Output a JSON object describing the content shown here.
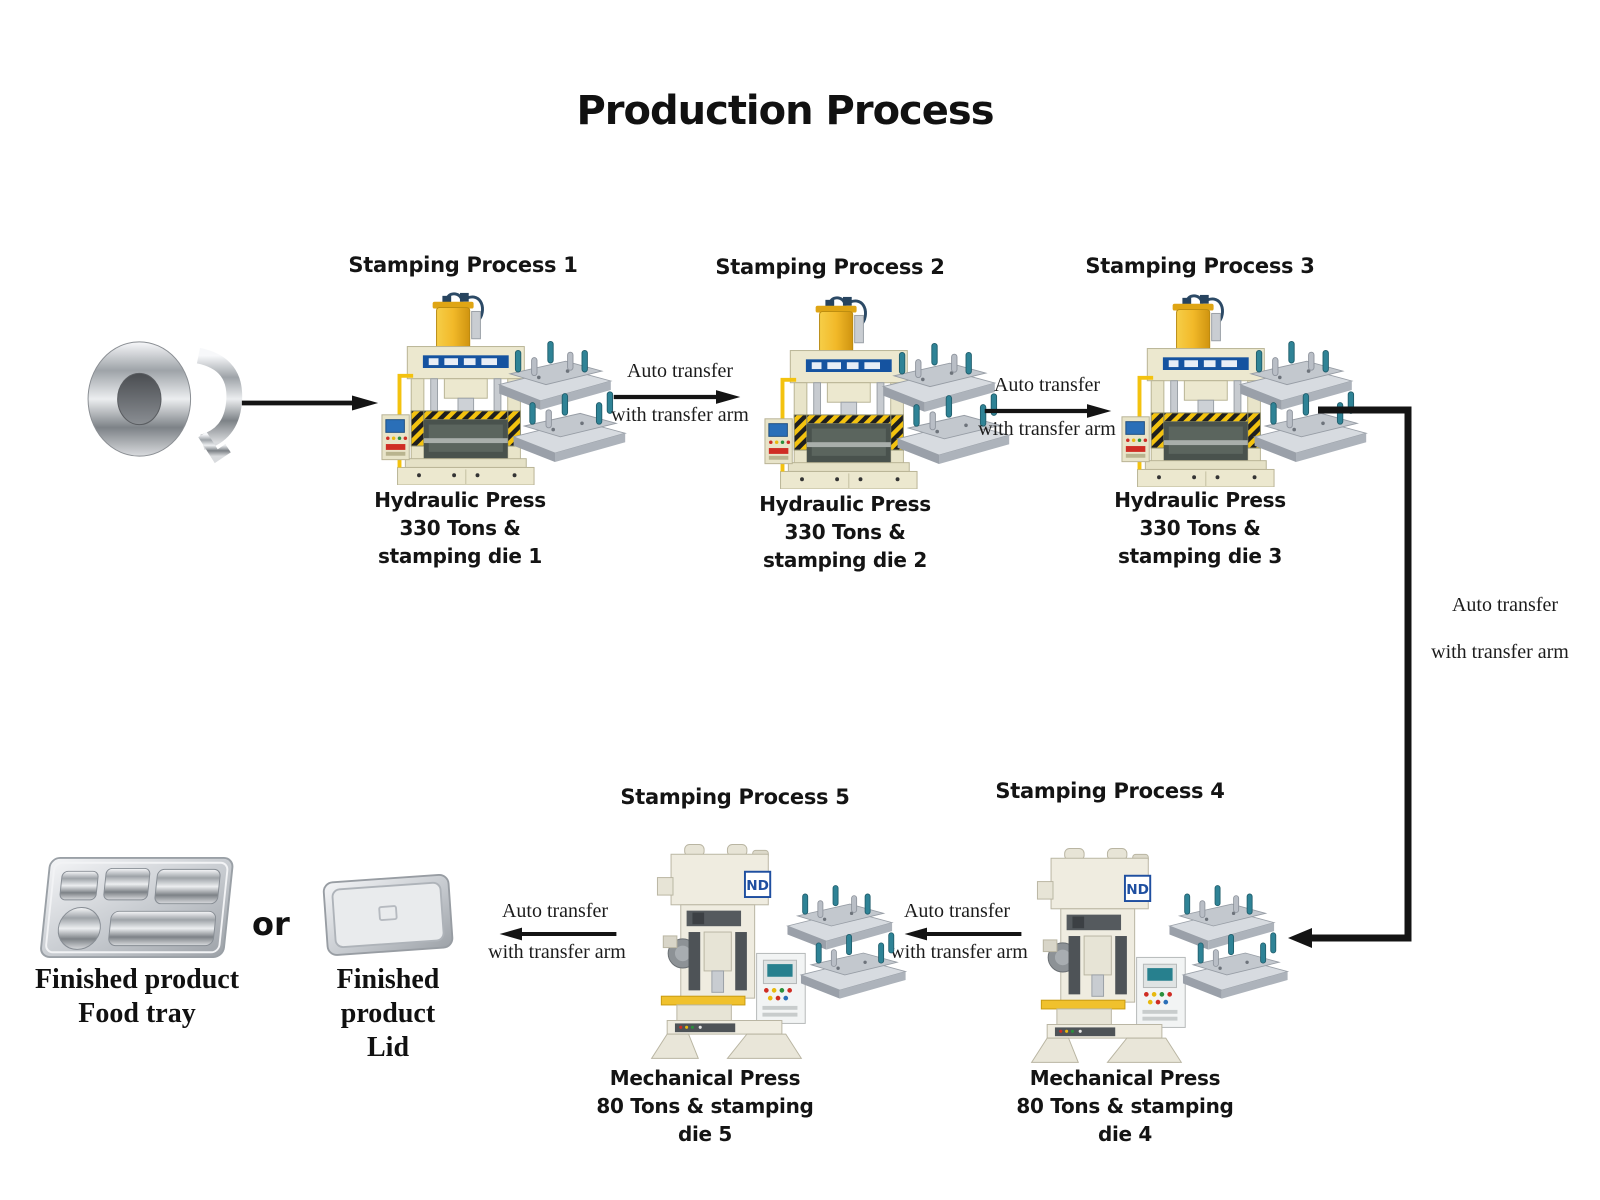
{
  "title": "Production Process",
  "stages": [
    {
      "title": "Stamping Process 1",
      "caption": [
        "Hydraulic Press",
        "330 Tons &",
        "stamping die 1"
      ]
    },
    {
      "title": "Stamping Process 2",
      "caption": [
        "Hydraulic Press",
        "330 Tons &",
        "stamping die 2"
      ]
    },
    {
      "title": "Stamping Process 3",
      "caption": [
        "Hydraulic Press",
        "330 Tons &",
        "stamping die 3"
      ]
    },
    {
      "title": "Stamping Process 4",
      "caption": [
        "Mechanical Press",
        "80 Tons & stamping",
        "die 4"
      ]
    },
    {
      "title": "Stamping Process 5",
      "caption": [
        "Mechanical Press",
        "80 Tons & stamping",
        "die 5"
      ]
    }
  ],
  "transfer": {
    "line1": "Auto transfer",
    "line2": "with transfer arm"
  },
  "finished": {
    "tray": {
      "line1": "Finished product",
      "line2": "Food tray"
    },
    "connector": "or",
    "lid": {
      "line1": "Finished product",
      "line2": "Lid"
    }
  },
  "machine_logo": {
    "nd": "ND"
  },
  "icons": {
    "steel_coil": "steel-coil-illustration",
    "hydraulic_press": "hydraulic-press-illustration",
    "mechanical_press": "mechanical-press-illustration",
    "stamping_die": "stamping-die-illustration",
    "food_tray": "food-tray-image",
    "lid": "lid-image",
    "arrow": "transfer-arrow"
  },
  "colors": {
    "arrow": "#141414",
    "machine_body": "#ece8cf",
    "cylinder_yellow": "#f2b929",
    "hazard_yellow": "#f3c20f",
    "die_post_teal": "#2f8396",
    "logo_blue": "#1f4fa0",
    "text": "#141414"
  }
}
